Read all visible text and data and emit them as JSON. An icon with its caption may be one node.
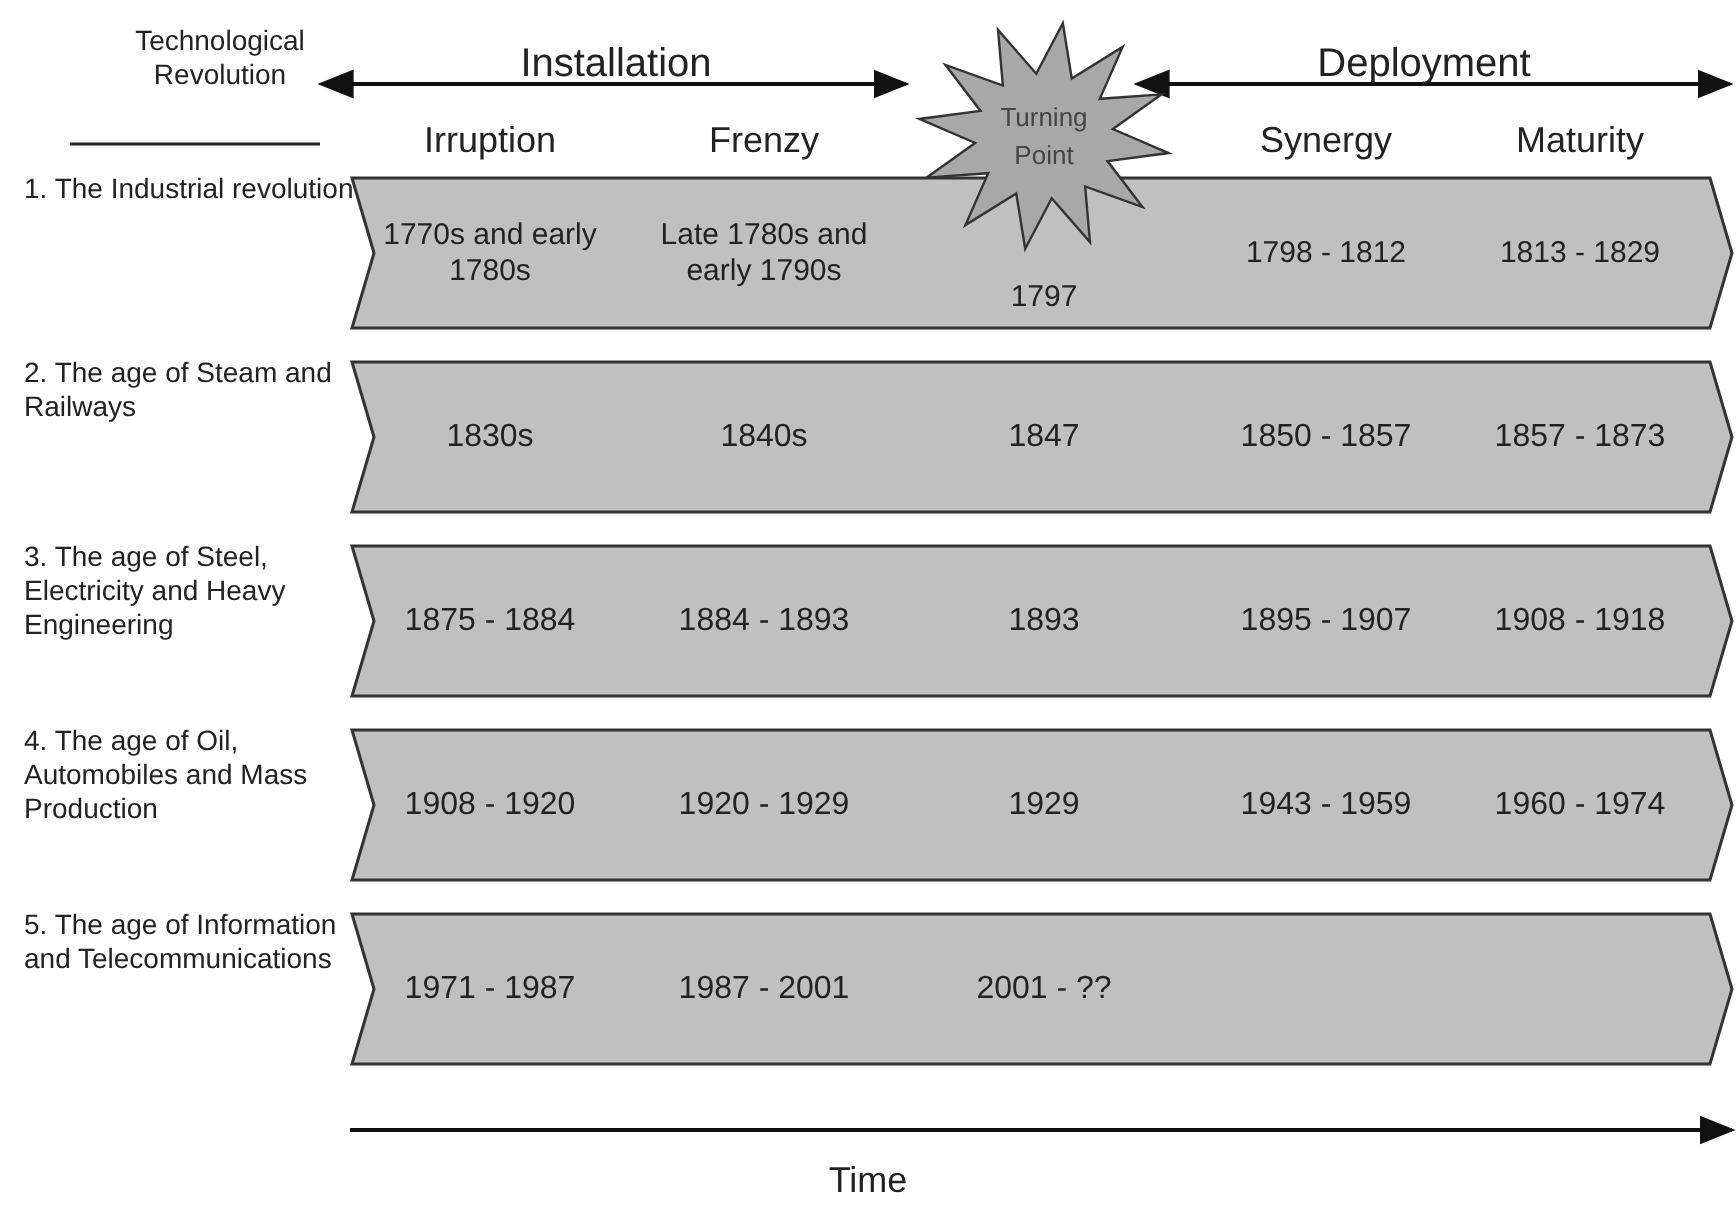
{
  "diagram": {
    "nodes": [
      {
        "text": [
          "1770s and early 1780s",
          "Late 1780s and early 1790s",
          "1797",
          "1798 - 1812",
          "1813 - 1829"
        ],
        "beside": [
          "1. The Industrial revolution"
        ]
      },
      {
        "text": [
          "1830s",
          "1840s",
          "1847",
          "1850 - 1857",
          "1857 - 1873"
        ],
        "beside": [
          "2. The age of Steam and Railways"
        ]
      },
      {
        "text": [
          "1875 - 1884",
          "1884 - 1893",
          "1893",
          "1895 - 1907",
          "1908 - 1918"
        ],
        "beside": [
          "3. The age of Steel, Electricity and Heavy Engineering"
        ]
      },
      {
        "text": [
          "1908 - 1920",
          "1920 - 1929",
          "1929",
          "1943 - 1959",
          "1960 - 1974"
        ],
        "beside": [
          "4. The age of Oil, Automobiles and Mass Production"
        ]
      },
      {
        "text": [
          "1971 - 1987",
          "1987 - 2001",
          "2001 - ??"
        ],
        "beside": [
          "5. The age of Information and Telecommunications"
        ]
      },
      {
        "text": [
          "Turning Point"
        ]
      }
    ],
    "labels": [
      "Technological Revolution",
      "Installation",
      "Deployment",
      "Irruption",
      "Frenzy",
      "Synergy",
      "Maturity",
      "Time"
    ]
  }
}
